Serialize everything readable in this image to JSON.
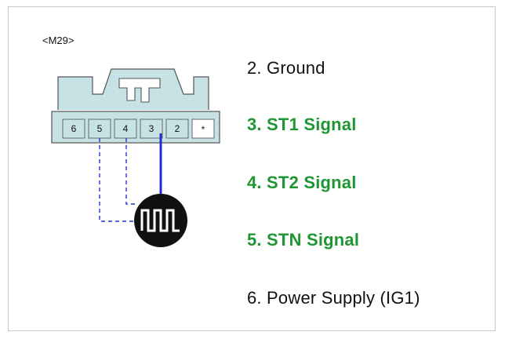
{
  "connector": {
    "id": "<M29>",
    "pins": [
      "6",
      "5",
      "4",
      "3",
      "2",
      "*"
    ]
  },
  "legend": [
    {
      "text": "2. Ground",
      "highlight": false
    },
    {
      "text": "3. ST1 Signal",
      "highlight": true
    },
    {
      "text": "4. ST2 Signal",
      "highlight": true
    },
    {
      "text": "5. STN Signal",
      "highlight": true
    },
    {
      "text": "6. Power Supply (IG1)",
      "highlight": false
    }
  ],
  "colors": {
    "connector_fill": "#c7e2e4",
    "connector_outline": "#555555",
    "wire_solid": "#1f2fd0",
    "wire_dashed": "#2233cc",
    "signal_text": "#1f9633",
    "plain_text": "#111111"
  },
  "icons": [
    "square-wave-signal-icon"
  ]
}
